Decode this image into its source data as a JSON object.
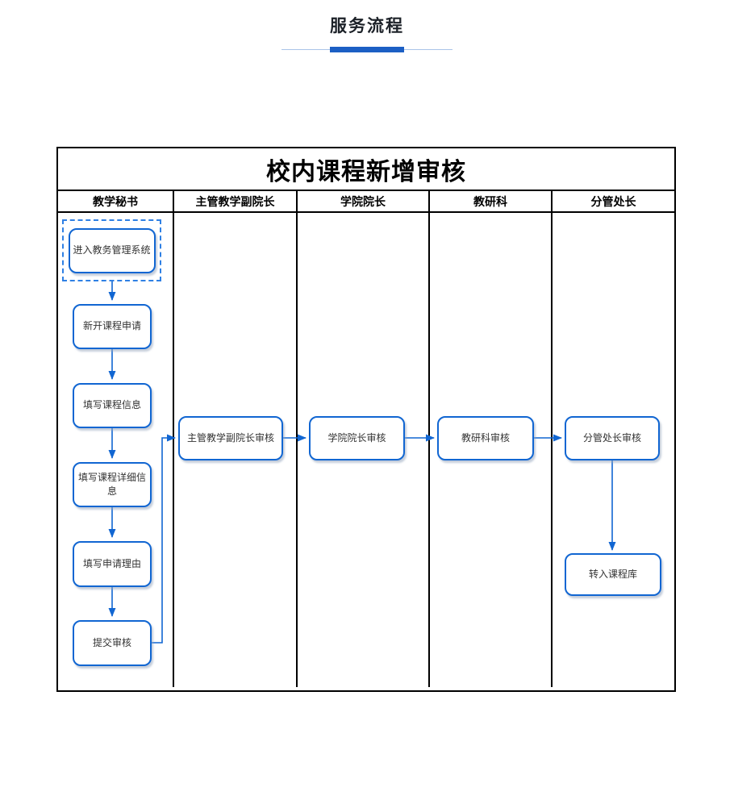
{
  "page": {
    "title": "服务流程"
  },
  "diagram": {
    "title": "校内课程新增审核",
    "lanes": [
      {
        "label": "教学秘书"
      },
      {
        "label": "主管教学副院长"
      },
      {
        "label": "学院院长"
      },
      {
        "label": "教研科"
      },
      {
        "label": "分管处长"
      }
    ],
    "nodes": [
      {
        "id": "enter-system",
        "label": "进入教务管理系统",
        "type": "start",
        "lane": "教学秘书"
      },
      {
        "id": "new-course-apply",
        "label": "新开课程申请",
        "lane": "教学秘书"
      },
      {
        "id": "fill-course-info",
        "label": "填写课程信息",
        "lane": "教学秘书"
      },
      {
        "id": "fill-course-detail",
        "label": "填写课程详细信息",
        "lane": "教学秘书"
      },
      {
        "id": "fill-apply-reason",
        "label": "填写申请理由",
        "lane": "教学秘书"
      },
      {
        "id": "submit-review",
        "label": "提交审核",
        "lane": "教学秘书"
      },
      {
        "id": "vice-dean-review",
        "label": "主管教学副院长审核",
        "lane": "主管教学副院长"
      },
      {
        "id": "dean-review",
        "label": "学院院长审核",
        "lane": "学院院长"
      },
      {
        "id": "research-section-review",
        "label": "教研科审核",
        "lane": "教研科"
      },
      {
        "id": "division-chief-review",
        "label": "分管处长审核",
        "lane": "分管处长"
      },
      {
        "id": "to-course-library",
        "label": "转入课程库",
        "lane": "分管处长"
      }
    ],
    "edges": [
      {
        "from": "enter-system",
        "to": "new-course-apply"
      },
      {
        "from": "new-course-apply",
        "to": "fill-course-info"
      },
      {
        "from": "fill-course-info",
        "to": "fill-course-detail"
      },
      {
        "from": "fill-course-detail",
        "to": "fill-apply-reason"
      },
      {
        "from": "fill-apply-reason",
        "to": "submit-review"
      },
      {
        "from": "submit-review",
        "to": "vice-dean-review"
      },
      {
        "from": "vice-dean-review",
        "to": "dean-review"
      },
      {
        "from": "dean-review",
        "to": "research-section-review"
      },
      {
        "from": "research-section-review",
        "to": "division-chief-review"
      },
      {
        "from": "division-chief-review",
        "to": "to-course-library"
      }
    ],
    "colors": {
      "accent_blue": "#1166d2",
      "underline_bar": "#1c5fc4",
      "underline_thin": "#aac4e8",
      "frame_border": "#000000",
      "node_text": "#333333"
    }
  }
}
